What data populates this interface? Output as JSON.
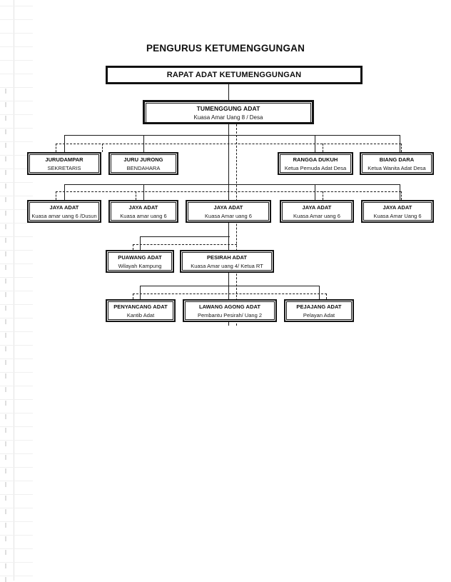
{
  "document": {
    "title": "PENGURUS KETUMENGGUNGAN"
  },
  "chart_data": {
    "type": "diagram",
    "diagram_type": "organizational-chart",
    "title": "PENGURUS KETUMENGGUNGAN",
    "language": "Indonesian",
    "levels": [
      {
        "level": 1,
        "nodes": [
          {
            "id": "rapat",
            "title": "RAPAT ADAT KETUMENGGUNGAN",
            "subtitle": ""
          }
        ]
      },
      {
        "level": 2,
        "nodes": [
          {
            "id": "tumenggung",
            "title": "TUMENGGUNG ADAT",
            "subtitle": "Kuasa Amar Uang 8 / Desa"
          }
        ]
      },
      {
        "level": 3,
        "nodes": [
          {
            "id": "jurudampar",
            "title": "JURUDAMPAR",
            "subtitle": "SEKRETARIS"
          },
          {
            "id": "jurujurong",
            "title": "JURU JURONG",
            "subtitle": "BENDAHARA"
          },
          {
            "id": "ranggadukuh",
            "title": "RANGGA DUKUH",
            "subtitle": "Ketua Pemuda Adat Desa"
          },
          {
            "id": "biangdara",
            "title": "BIANG DARA",
            "subtitle": "Ketua Wanita Adat Desa"
          }
        ]
      },
      {
        "level": 4,
        "nodes": [
          {
            "id": "jaya1",
            "title": "JAYA ADAT",
            "subtitle": "Kuasa amar uang 6 /Dusun"
          },
          {
            "id": "jaya2",
            "title": "JAYA ADAT",
            "subtitle": "Kuasa amar uang 6"
          },
          {
            "id": "jaya3",
            "title": "JAYA ADAT",
            "subtitle": "Kuasa Amar uang 6"
          },
          {
            "id": "jaya4",
            "title": "JAYA ADAT",
            "subtitle": "Kuasa Amar uang 6"
          },
          {
            "id": "jaya5",
            "title": "JAYA ADAT",
            "subtitle": "Kuasa Amar Uang 6"
          }
        ]
      },
      {
        "level": 5,
        "nodes": [
          {
            "id": "puawang",
            "title": "PUAWANG ADAT",
            "subtitle": "Wilayah Kampung"
          },
          {
            "id": "pesirah",
            "title": "PESIRAH ADAT",
            "subtitle": "Kuasa Amar uang 4/ Ketua RT"
          }
        ]
      },
      {
        "level": 6,
        "nodes": [
          {
            "id": "penyancang",
            "title": "PENYANCANG ADAT",
            "subtitle": "Kantib Adat"
          },
          {
            "id": "lawangagong",
            "title": "LAWANG AGONG ADAT",
            "subtitle": "Pembantu Pesirah/ Uang 2"
          },
          {
            "id": "pejajang",
            "title": "PEJAJANG ADAT",
            "subtitle": "Pelayan Adat"
          }
        ]
      }
    ],
    "connector_styles": [
      "solid",
      "dashed"
    ],
    "colors": {
      "line": "#1a1a1a",
      "text": "#111111",
      "background": "#ffffff"
    }
  }
}
